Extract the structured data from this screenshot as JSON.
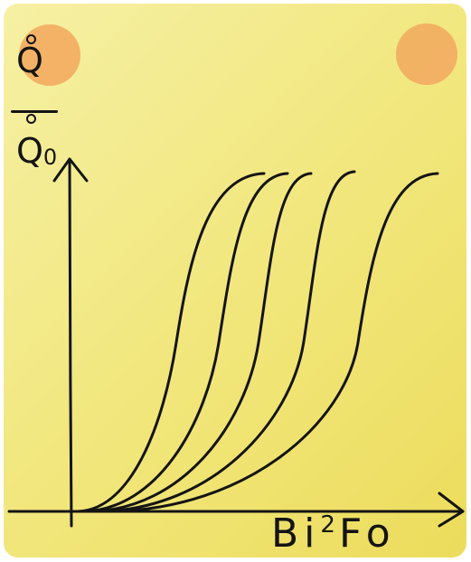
{
  "colors": {
    "background_start": "#f6f0a4",
    "background_end": "#ecdc5c",
    "accent_dot": "#f2ac62",
    "ink": "#141414"
  },
  "y_axis_label": {
    "numerator": "Q",
    "denominator": "Q",
    "denominator_subscript": "0"
  },
  "x_axis_label": {
    "base": "Bi",
    "superscript": "2",
    "suffix": "Fo"
  },
  "chart_data": {
    "type": "line",
    "curve_shape": "sigmoid",
    "curve_count": 5,
    "grid": false,
    "legend": "none"
  }
}
